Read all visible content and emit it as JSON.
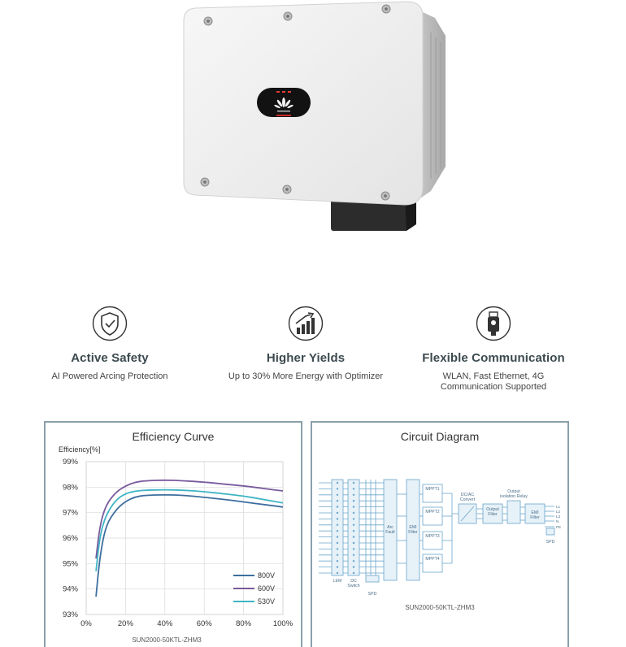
{
  "features": [
    {
      "icon": "shield-check-icon",
      "title": "Active Safety",
      "desc_lines": [
        "AI Powered Arcing Protection"
      ]
    },
    {
      "icon": "bar-growth-icon",
      "title": "Higher Yields",
      "desc_lines": [
        "Up to 30% More Energy with Optimizer"
      ]
    },
    {
      "icon": "communication-dongle-icon",
      "title": "Flexible Communication",
      "desc_lines": [
        "WLAN, Fast Ethernet, 4G",
        "Communication Supported"
      ]
    }
  ],
  "efficiency_panel": {
    "title": "Efficiency Curve",
    "footer": "SUN2000-50KTL-ZHM3"
  },
  "circuit_panel": {
    "title": "Circuit Diagram",
    "footer": "SUN2000-50KTL-ZHM3",
    "blocks": {
      "lem": "LEM",
      "dc_switch_1": "DC",
      "dc_switch_2": "Switch",
      "spd_left": "SPD",
      "arc_fault_1": "Arc",
      "arc_fault_2": "Fault",
      "emi_filter_in_1": "EMI",
      "emi_filter_in_2": "Filter",
      "mppt1": "MPPT1",
      "mppt2": "MPPT2",
      "mppt3": "MPPT3",
      "mppt4": "MPPT4",
      "dcac_1": "DC/AC",
      "dcac_2": "Convert",
      "output_filter_1": "Output",
      "output_filter_2": "Filter",
      "isolation_relay_1": "Output",
      "isolation_relay_2": "isolation Relay",
      "emi_filter_out_1": "EMI",
      "emi_filter_out_2": "Filter",
      "spd_right": "SPD",
      "terminals": [
        "L1",
        "L2",
        "L3",
        "N",
        "PE"
      ]
    }
  },
  "chart_data": {
    "type": "line",
    "title": "Efficiency Curve",
    "ylabel": "Efficiency[%]",
    "xlabel": "SUN2000-50KTL-ZHM3",
    "xlim": [
      0,
      100
    ],
    "ylim": [
      93,
      99
    ],
    "xticks": [
      "0%",
      "20%",
      "40%",
      "60%",
      "80%",
      "100%"
    ],
    "xtick_values": [
      0,
      20,
      40,
      60,
      80,
      100
    ],
    "yticks": [
      "93%",
      "94%",
      "95%",
      "96%",
      "97%",
      "98%",
      "99%"
    ],
    "ytick_values": [
      93,
      94,
      95,
      96,
      97,
      98,
      99
    ],
    "grid": "both",
    "legend": "bottom-right",
    "series": [
      {
        "name": "800V",
        "color": "#3d6e9e",
        "x": [
          5,
          7,
          10,
          15,
          20,
          25,
          30,
          40,
          50,
          60,
          70,
          80,
          90,
          100
        ],
        "y": [
          93.7,
          95.3,
          96.5,
          97.1,
          97.45,
          97.62,
          97.68,
          97.7,
          97.68,
          97.6,
          97.52,
          97.42,
          97.32,
          97.22
        ]
      },
      {
        "name": "600V",
        "color": "#7a5a9e",
        "x": [
          5,
          7,
          10,
          15,
          20,
          25,
          30,
          40,
          50,
          60,
          70,
          80,
          90,
          100
        ],
        "y": [
          95.2,
          96.5,
          97.3,
          97.8,
          98.05,
          98.2,
          98.25,
          98.28,
          98.25,
          98.2,
          98.12,
          98.05,
          97.95,
          97.85
        ]
      },
      {
        "name": "530V",
        "color": "#3fb4c4",
        "x": [
          5,
          7,
          10,
          15,
          20,
          25,
          30,
          40,
          50,
          60,
          70,
          80,
          90,
          100
        ],
        "y": [
          94.7,
          96.1,
          96.9,
          97.5,
          97.75,
          97.85,
          97.88,
          97.9,
          97.88,
          97.82,
          97.74,
          97.65,
          97.52,
          97.38
        ]
      }
    ]
  },
  "colors": {
    "title_text": "#3c4a4f",
    "panel_border": "#8aa0ab",
    "diagram_line": "#6aa6cc",
    "diagram_fill": "#e6f1f8"
  }
}
